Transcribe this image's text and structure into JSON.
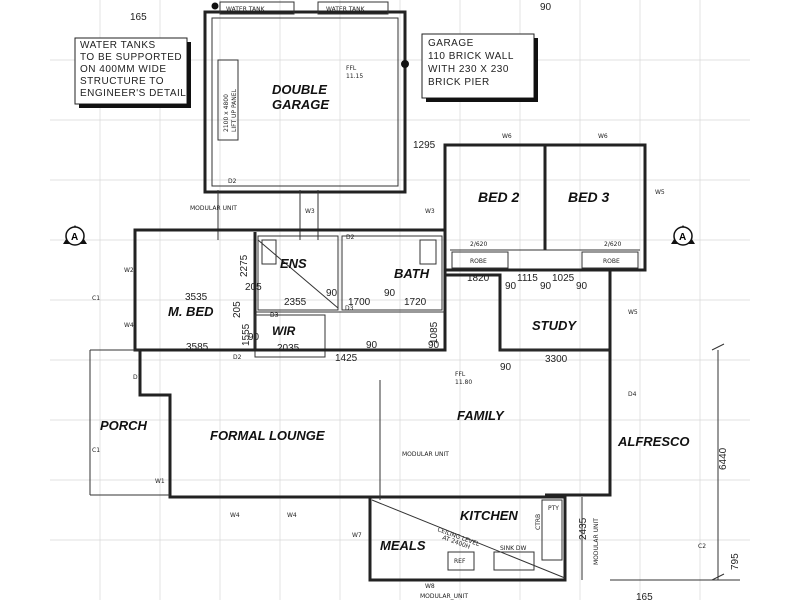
{
  "rooms": {
    "double_garage_1": "DOUBLE",
    "double_garage_2": "GARAGE",
    "bed2": "BED 2",
    "bed3": "BED 3",
    "ens": "ENS",
    "bath": "BATH",
    "mbed": "M. BED",
    "wir": "WIR",
    "study": "STUDY",
    "porch": "PORCH",
    "formal_lounge": "FORMAL LOUNGE",
    "family": "FAMILY",
    "alfresco": "ALFRESCO",
    "kitchen": "KITCHEN",
    "meals": "MEALS"
  },
  "notes": {
    "water_tanks": [
      "WATER TANKS",
      "TO BE SUPPORTED",
      "ON 400MM WIDE",
      "STRUCTURE TO",
      "ENGINEER'S DETAIL"
    ],
    "garage": [
      "GARAGE",
      "110 BRICK WALL",
      "WITH 230 X 230",
      "BRICK PIER"
    ]
  },
  "labels": {
    "water_tank_left": "WATER TANK",
    "water_tank_right": "WATER TANK",
    "lift_up_panel_1": "2100 x 4800",
    "lift_up_panel_2": "LIFT UP PANEL",
    "modular_unit_top": "MODULAR UNIT",
    "modular_unit_mid": "MODULAR UNIT",
    "modular_unit_bottom": "MODULAR_UNIT",
    "modular_unit_side": "MODULAR UNIT",
    "ffl_garage_1": "FFL",
    "ffl_garage_2": "11.15",
    "ffl_main_1": "FFL",
    "ffl_main_2": "11.80",
    "section_left": "A",
    "section_right": "A",
    "robe_left": "ROBE",
    "robe_right": "ROBE",
    "ceiling_level": "CEILING LEVEL",
    "ceiling_level_at": "AT 2400H",
    "ref": "REF",
    "sink_dw": "SINK DW",
    "pty": "PTY",
    "ctrb": "CTRB"
  },
  "dimensions": {
    "d165_top": "165",
    "d90_top": "90",
    "d1295": "1295",
    "d2275": "2275",
    "d3535": "3535",
    "d205a": "205",
    "d205b": "205",
    "d2355": "2355",
    "d1700": "1700",
    "d1720": "1720",
    "d90a": "90",
    "d90b": "90",
    "d1820": "1820",
    "d90c": "90",
    "d1115": "1115",
    "d90d": "90",
    "d1025": "1025",
    "d90e": "90",
    "d2_620_left": "2/620",
    "d2_620_right": "2/620",
    "d1555": "1555",
    "d1085": "1085",
    "d3585": "3585",
    "d2035": "2035",
    "d90f": "90",
    "d1425": "1425",
    "d90g": "90",
    "d90h": "90",
    "d90i": "90",
    "d3300": "3300",
    "d6440": "6440",
    "d2435": "2435",
    "d795": "795",
    "d165_bottom": "165"
  },
  "tags": {
    "w1": "W1",
    "w2": "W2",
    "w3a": "W3",
    "w3b": "W3",
    "w4a": "W4",
    "w4b": "W4",
    "w4c": "W4",
    "w5a": "W5",
    "w5b": "W5",
    "w6a": "W6",
    "w6b": "W6",
    "w7": "W7",
    "w8": "W8",
    "d1": "D1",
    "d2a": "D2",
    "d2b": "D2",
    "d2c": "D2",
    "d3a": "D3",
    "d3b": "D3",
    "d4": "D4",
    "c1a": "C1",
    "c1b": "C1",
    "c2": "C2"
  }
}
